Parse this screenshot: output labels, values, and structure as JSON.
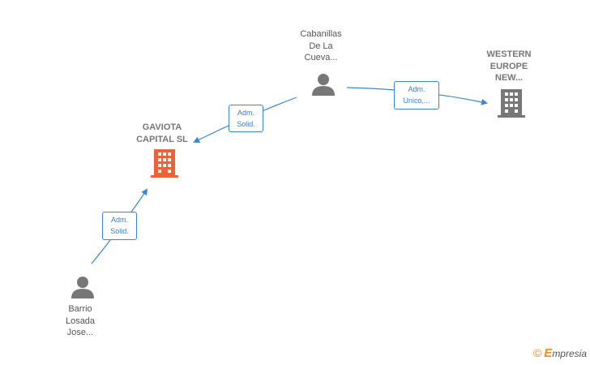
{
  "nodes": {
    "cabanillas": {
      "lines": [
        "Cabanillas",
        "De La",
        "Cueva..."
      ]
    },
    "western": {
      "lines": [
        "WESTERN",
        "EUROPE",
        "NEW..."
      ]
    },
    "gaviota": {
      "lines": [
        "GAVIOTA",
        "CAPITAL  SL"
      ]
    },
    "barrio": {
      "lines": [
        "Barrio",
        "Losada",
        "Jose..."
      ]
    }
  },
  "edges": {
    "cabanillas_gaviota": {
      "lines": [
        "Adm.",
        "Solid."
      ]
    },
    "cabanillas_western": {
      "lines": [
        "Adm.",
        "Unico,..."
      ]
    },
    "barrio_gaviota": {
      "lines": [
        "Adm.",
        "Solid."
      ]
    }
  },
  "brand": {
    "copyright": "©",
    "name_initial": "E",
    "name_rest": "mpresia"
  },
  "colors": {
    "edge": "#3a85d6",
    "person": "#777777",
    "company_main": "#f0613a",
    "company": "#777777"
  }
}
